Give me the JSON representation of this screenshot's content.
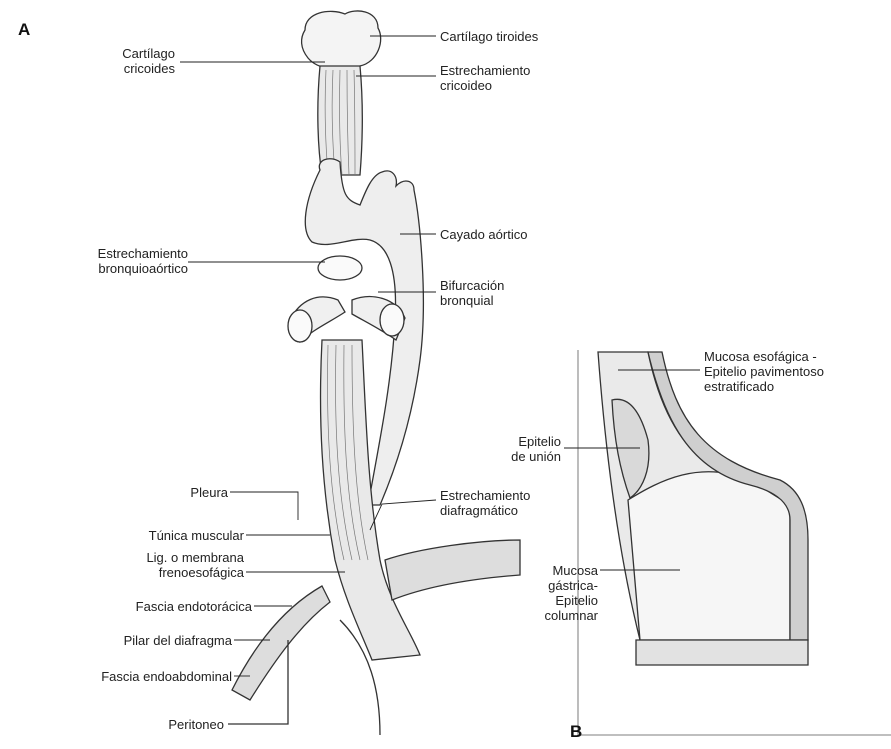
{
  "panels": {
    "a": "A",
    "b": "B"
  },
  "labels": {
    "cartilago_tiroides": "Cartílago tiroides",
    "cartilago_cricoides": "Cartílago\ncricoides",
    "estrechamiento_cricoideo": "Estrechamiento\ncricoideo",
    "cayado_aortico": "Cayado aórtico",
    "estrechamiento_bronquioaortico": "Estrechamiento\nbronquioaórtico",
    "bifurcacion_bronquial": "Bifurcación\nbronquial",
    "mucosa_esofagica": "Mucosa esofágica -\nEpitelio pavimentoso\nestratificado",
    "epitelio_union": "Epitelio\nde unión",
    "pleura": "Pleura",
    "estrechamiento_diafragmatico": "Estrechamiento\ndiafragmático",
    "tunica_muscular": "Túnica muscular",
    "lig_membrana": "Lig. o membrana\nfrenoesofágica",
    "mucosa_gastrica": "Mucosa\ngástrica-\nEpitelio\ncolumnar",
    "fascia_endotoracica": "Fascia endotorácica",
    "pilar_diafragma": "Pilar del diafragma",
    "fascia_endoabdominal": "Fascia endoabdominal",
    "peritoneo": "Peritoneo"
  }
}
